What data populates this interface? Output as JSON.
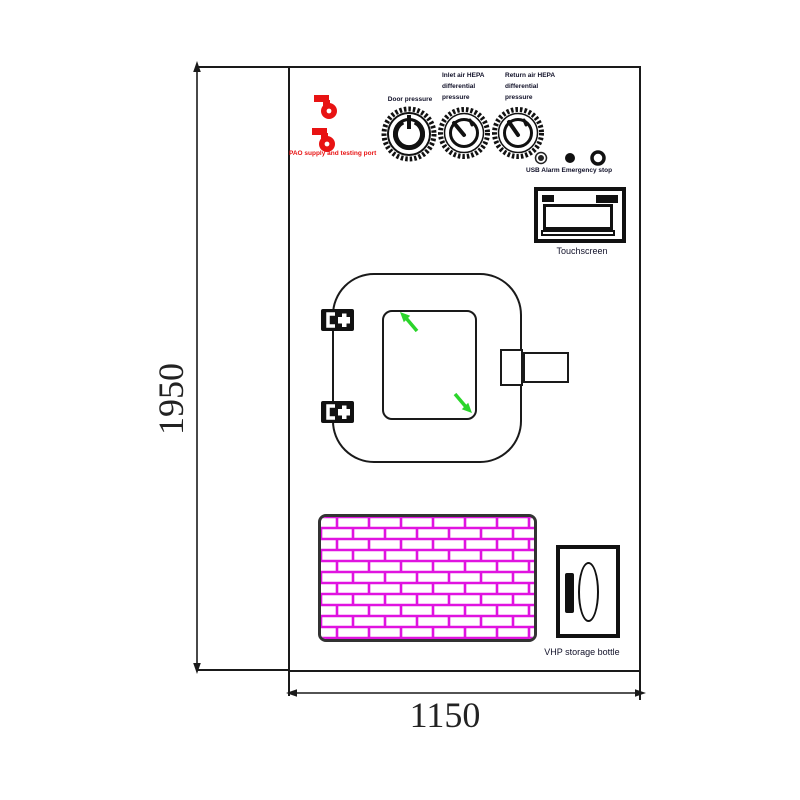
{
  "dimensions": {
    "height": "1950",
    "width": "1150"
  },
  "panel": {
    "pao_label": "PAO supply and testing port",
    "gauges": {
      "door": "Door pressure",
      "inlet_l1": "Inlet air HEPA",
      "inlet_l2": "differential",
      "inlet_l3": "pressure",
      "return_l1": "Return air HEPA",
      "return_l2": "differential",
      "return_l3": "pressure"
    },
    "controls_label": "USB Alarm Emergency stop",
    "touchscreen_label": "Touchscreen",
    "vhp_label": "VHP storage bottle"
  },
  "icons": {
    "pao_valve": "red-valve-symbol",
    "door_pressure_gauge": "rotary-knob-gauge",
    "inlet_hepa_gauge": "needle-gauge",
    "return_hepa_gauge": "needle-gauge",
    "usb_indicator": "small-round-port",
    "alarm_indicator": "filled-round-lamp",
    "emergency_stop": "round-button",
    "hinge": "door-hinge",
    "handle": "door-handle",
    "window_arrows": "green-diagonal-arrows",
    "grille": "magenta-brick-grille",
    "vhp_bottle": "bottle-in-cabinet"
  },
  "colors": {
    "line": "#1a1a1a",
    "red": "#e81313",
    "magenta": "#e013e0",
    "green": "#2bd52b",
    "text": "#101028",
    "background": "#ffffff"
  }
}
